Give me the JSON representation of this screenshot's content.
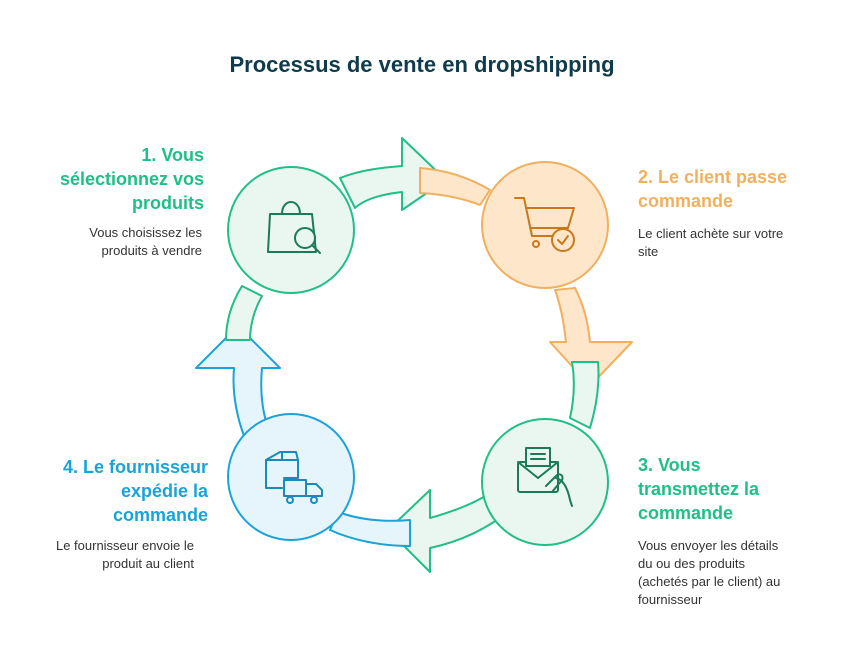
{
  "title": "Processus de vente en dropshipping",
  "colors": {
    "green": "#1fbf85",
    "orange": "#f0b060",
    "blue": "#1aa3d9",
    "green_fill": "#eaf6f0",
    "orange_fill": "#fde6c9",
    "blue_fill": "#e6f4fb",
    "title": "#0f3b4a"
  },
  "steps": [
    {
      "title": "1. Vous\nsélectionnez vos\nproduits",
      "description": "Vous choisissez les\nproduits à vendre",
      "icon": "shopping-bag-search-icon",
      "color": "#1fbf85"
    },
    {
      "title": "2. Le client passe\ncommande",
      "description": "Le client achète sur votre\nsite",
      "icon": "cart-check-icon",
      "color": "#f0b060"
    },
    {
      "title": "3. Vous\ntransmettez la\ncommande",
      "description": "Vous envoyer les détails\ndu ou des produits\n(achetés par le client) au\nfournisseur",
      "icon": "envelope-hand-icon",
      "color": "#1fbf85"
    },
    {
      "title": "4. Le fournisseur\nexpédie la\ncommande",
      "description": "Le fournisseur envoie le\nproduit au client",
      "icon": "box-truck-icon",
      "color": "#1aa3d9"
    }
  ]
}
